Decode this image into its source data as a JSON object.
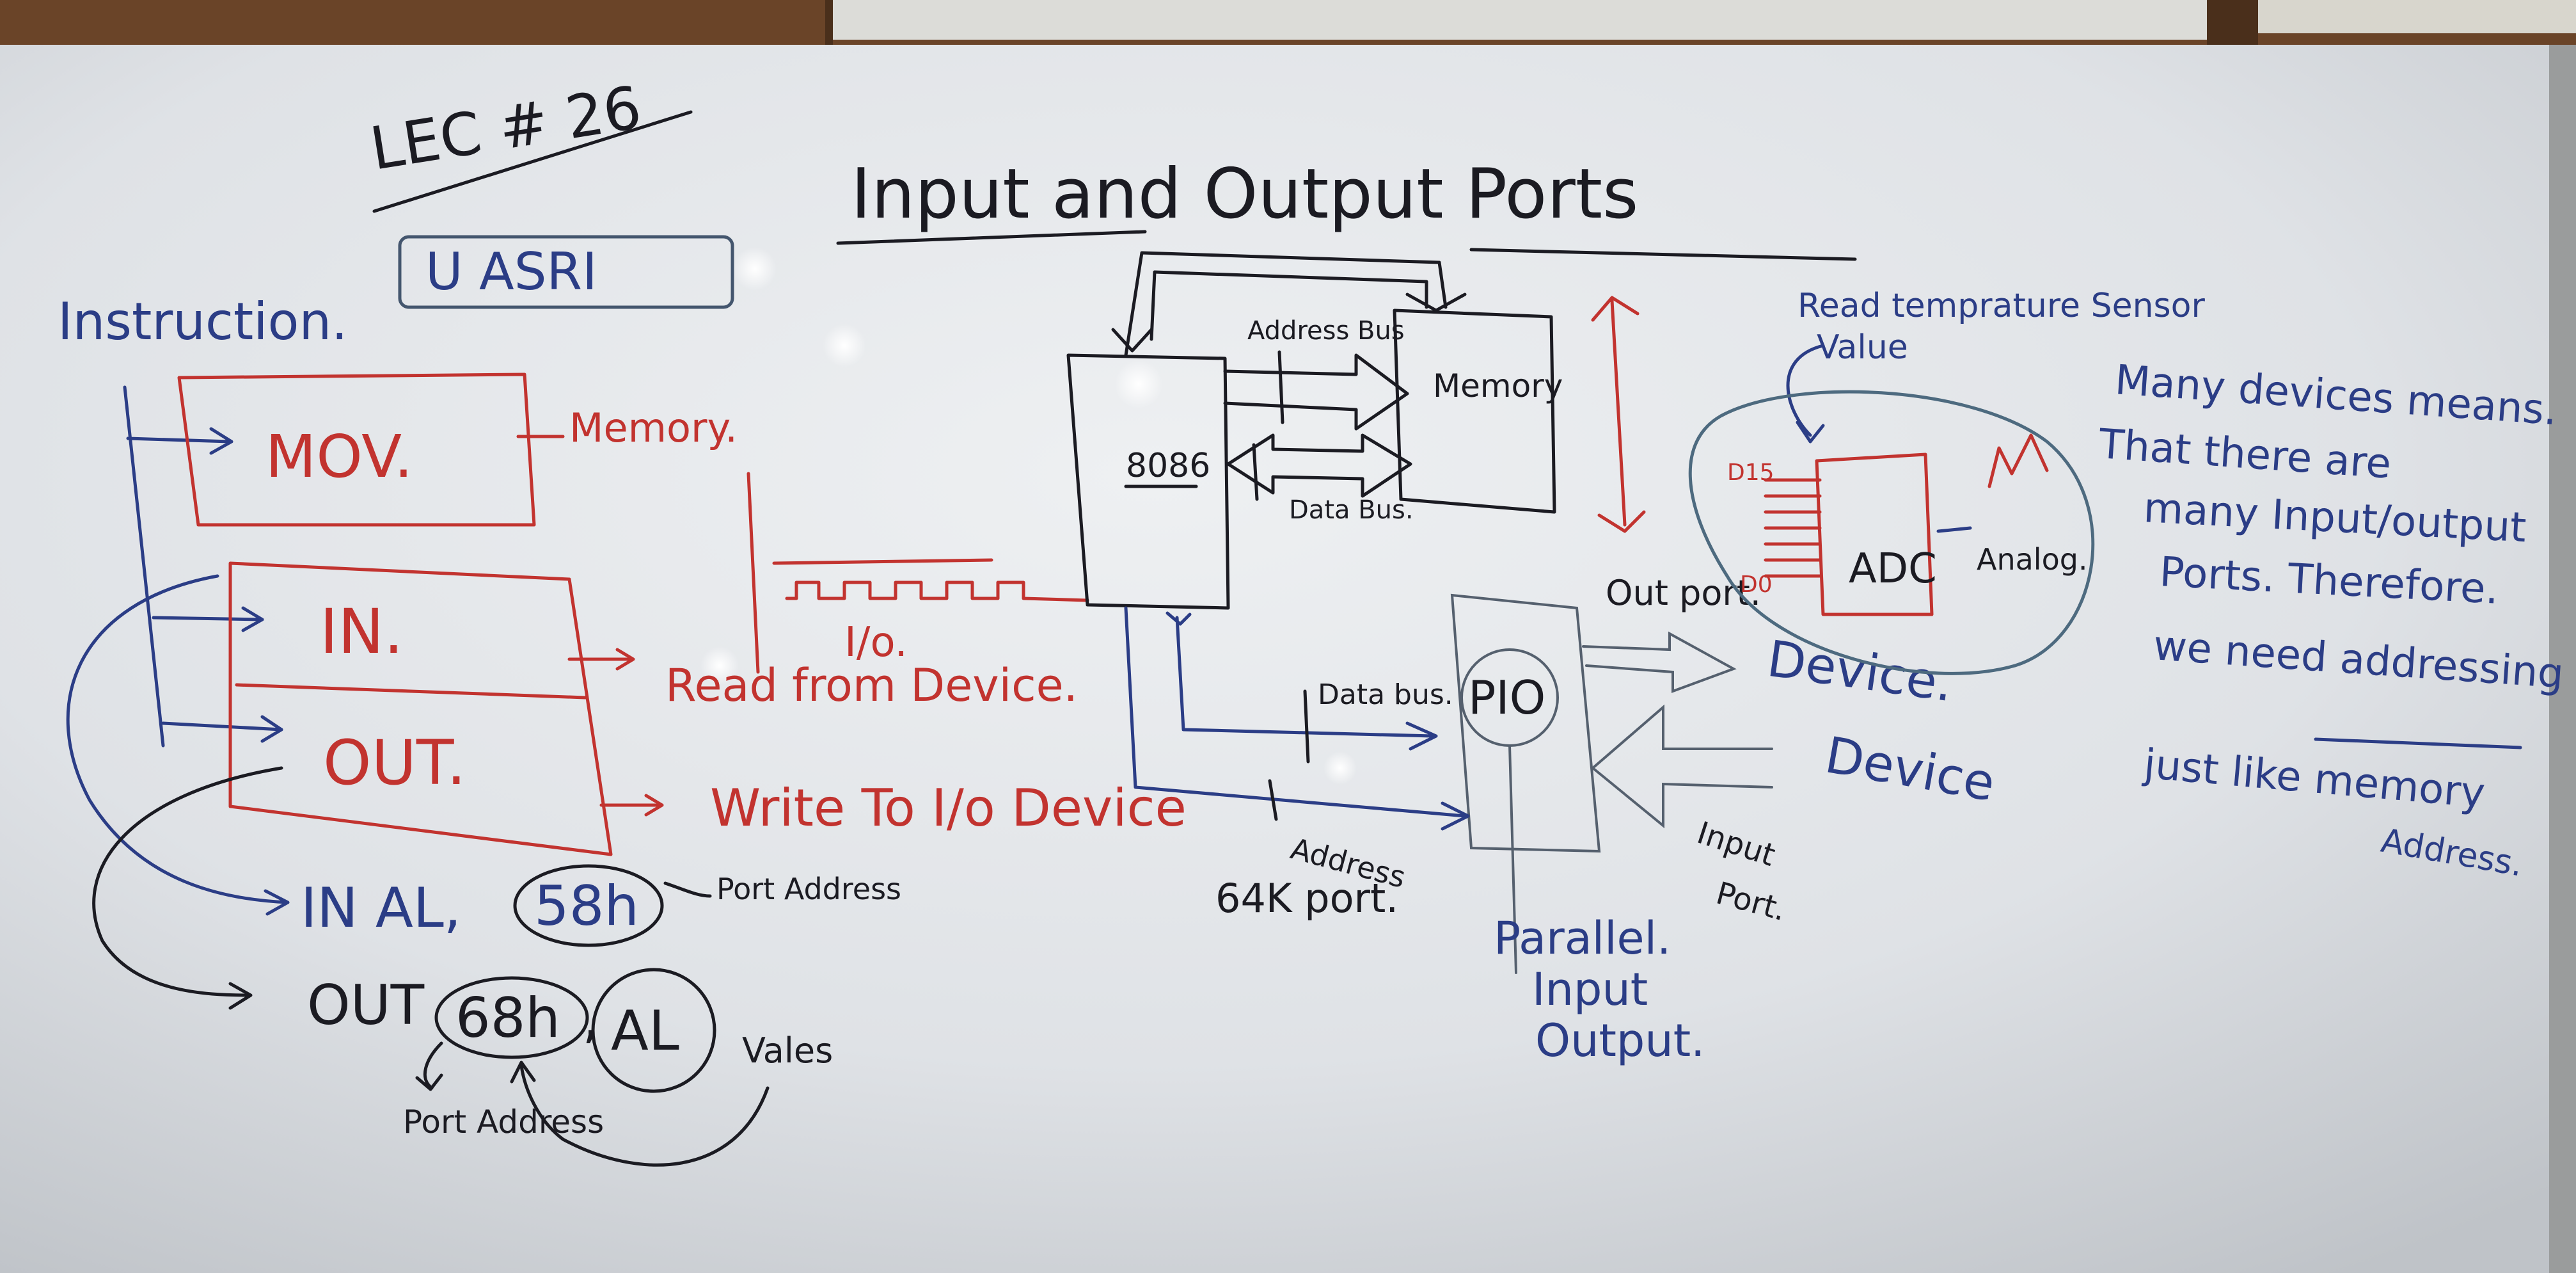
{
  "lecture_number": "LEC # 26",
  "instructor": "U ASRI",
  "title": "Input and Output Ports",
  "instruction": {
    "heading": "Instruction.",
    "items": [
      {
        "label": "MOV.",
        "note": "Memory."
      },
      {
        "label": "IN.",
        "note": "Read from Device."
      },
      {
        "label": "OUT.",
        "note": "Write To I/o Device"
      }
    ],
    "waveform_label": "I/o.",
    "example_in": {
      "text": "IN AL,",
      "port": "58h",
      "note": "Port Address"
    },
    "example_out": {
      "text": "OUT",
      "port": "68h",
      "reg": "AL",
      "value_note": "Vales",
      "port_note": "Port Address"
    }
  },
  "diagram": {
    "cpu": "8086",
    "memory": "Memory",
    "address_bus": "Address Bus",
    "data_bus": "Data Bus.",
    "pio": "PIO",
    "pio_data_bus": "Data bus.",
    "pio_address": "Address",
    "ports_64k": "64K port.",
    "parallel_io": [
      "Parallel.",
      "Input",
      "Output."
    ],
    "out_port": "Out port.",
    "device_out": "Device.",
    "device_in": "Device",
    "input_port": [
      "Input",
      "Port."
    ]
  },
  "sensor": {
    "caption": [
      "Read temprature Sensor",
      "Value"
    ],
    "adc": "ADC",
    "d_top": "D15",
    "d_bottom": "D0",
    "analog": "Analog."
  },
  "notes": [
    "Many devices means.",
    "That there are",
    "many Input/output",
    "Ports. Therefore.",
    "we need addressing",
    "just like memory",
    "Address."
  ]
}
